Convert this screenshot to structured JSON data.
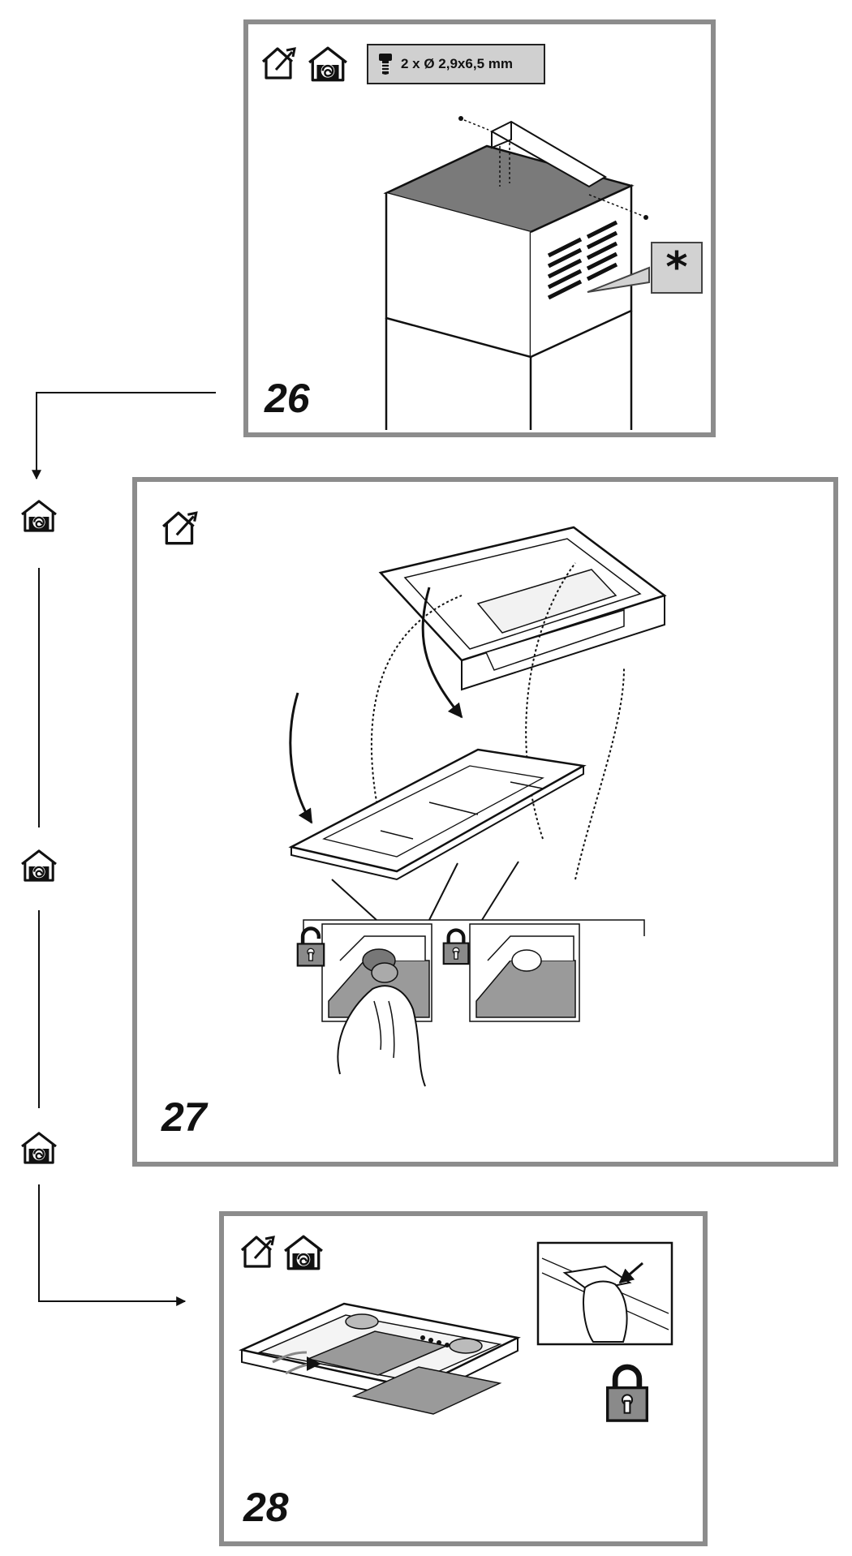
{
  "steps": [
    {
      "number": "26",
      "screws": {
        "text": "2 x  Ø 2,9x6,5 mm"
      },
      "note_symbol": "*"
    },
    {
      "number": "27"
    },
    {
      "number": "28"
    }
  ],
  "icons": {
    "ducted_mode": "house-with-outlet-arrow-icon",
    "recirculation_mode": "house-with-recirculation-swirl-icon",
    "lock": "padlock-closed-icon",
    "unlock": "padlock-open-icon",
    "screw": "screw-icon"
  },
  "colors": {
    "panel_border": "#8c8c8c",
    "filter_gray": "#9a9a9a",
    "top_gray": "#7a7a7a",
    "line": "#111111"
  }
}
